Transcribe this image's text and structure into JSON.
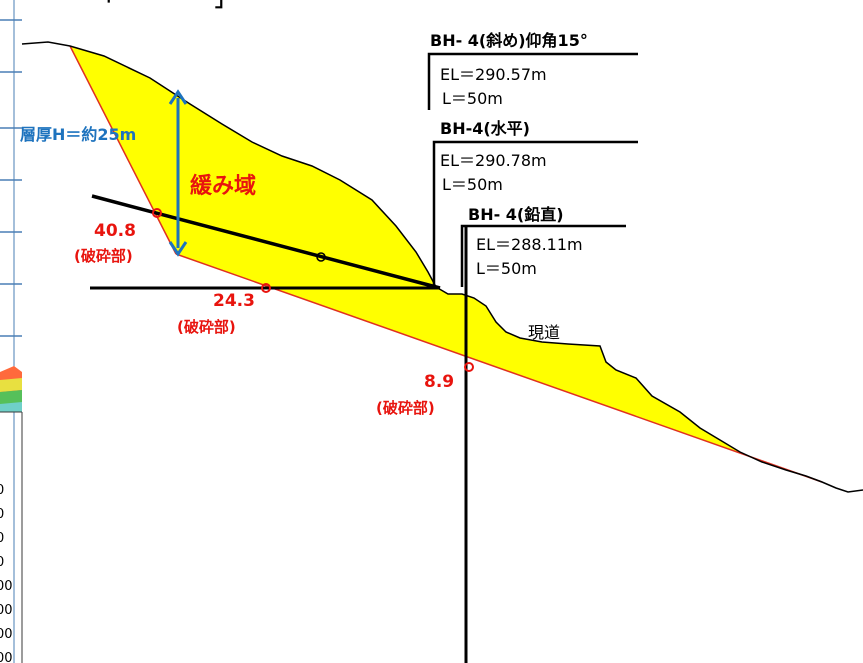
{
  "top_cut_text": "「　　　　　」",
  "layer_thickness_label": "層厚H＝約25m",
  "loosened_zone_label": "緩み域",
  "road_label": "現道",
  "boreholes": [
    {
      "title": "BH- 4(斜め)仰角15°",
      "elevation": "EL＝290.57m",
      "length": "L＝50m"
    },
    {
      "title": "BH-4(水平)",
      "elevation": "EL＝290.78m",
      "length": "L＝50m"
    },
    {
      "title": "BH- 4(鉛直)",
      "elevation": "EL＝288.11m",
      "length": "L＝50m"
    }
  ],
  "fracture_points": [
    {
      "depth": "40.8",
      "note": "(破砕部)"
    },
    {
      "depth": "24.3",
      "note": "(破砕部)"
    },
    {
      "depth": "8.9",
      "note": "(破砕部)"
    }
  ],
  "left_axis_partial_labels": [
    "0",
    "0",
    "0",
    "0",
    "00",
    "00",
    "00",
    "00"
  ],
  "colors": {
    "loosened_zone_fill": "#ffff00",
    "boundary_line": "#e03020",
    "annotation_red": "#e8140e",
    "thickness_arrow_blue": "#1e73be",
    "borehole_line": "#000000"
  }
}
